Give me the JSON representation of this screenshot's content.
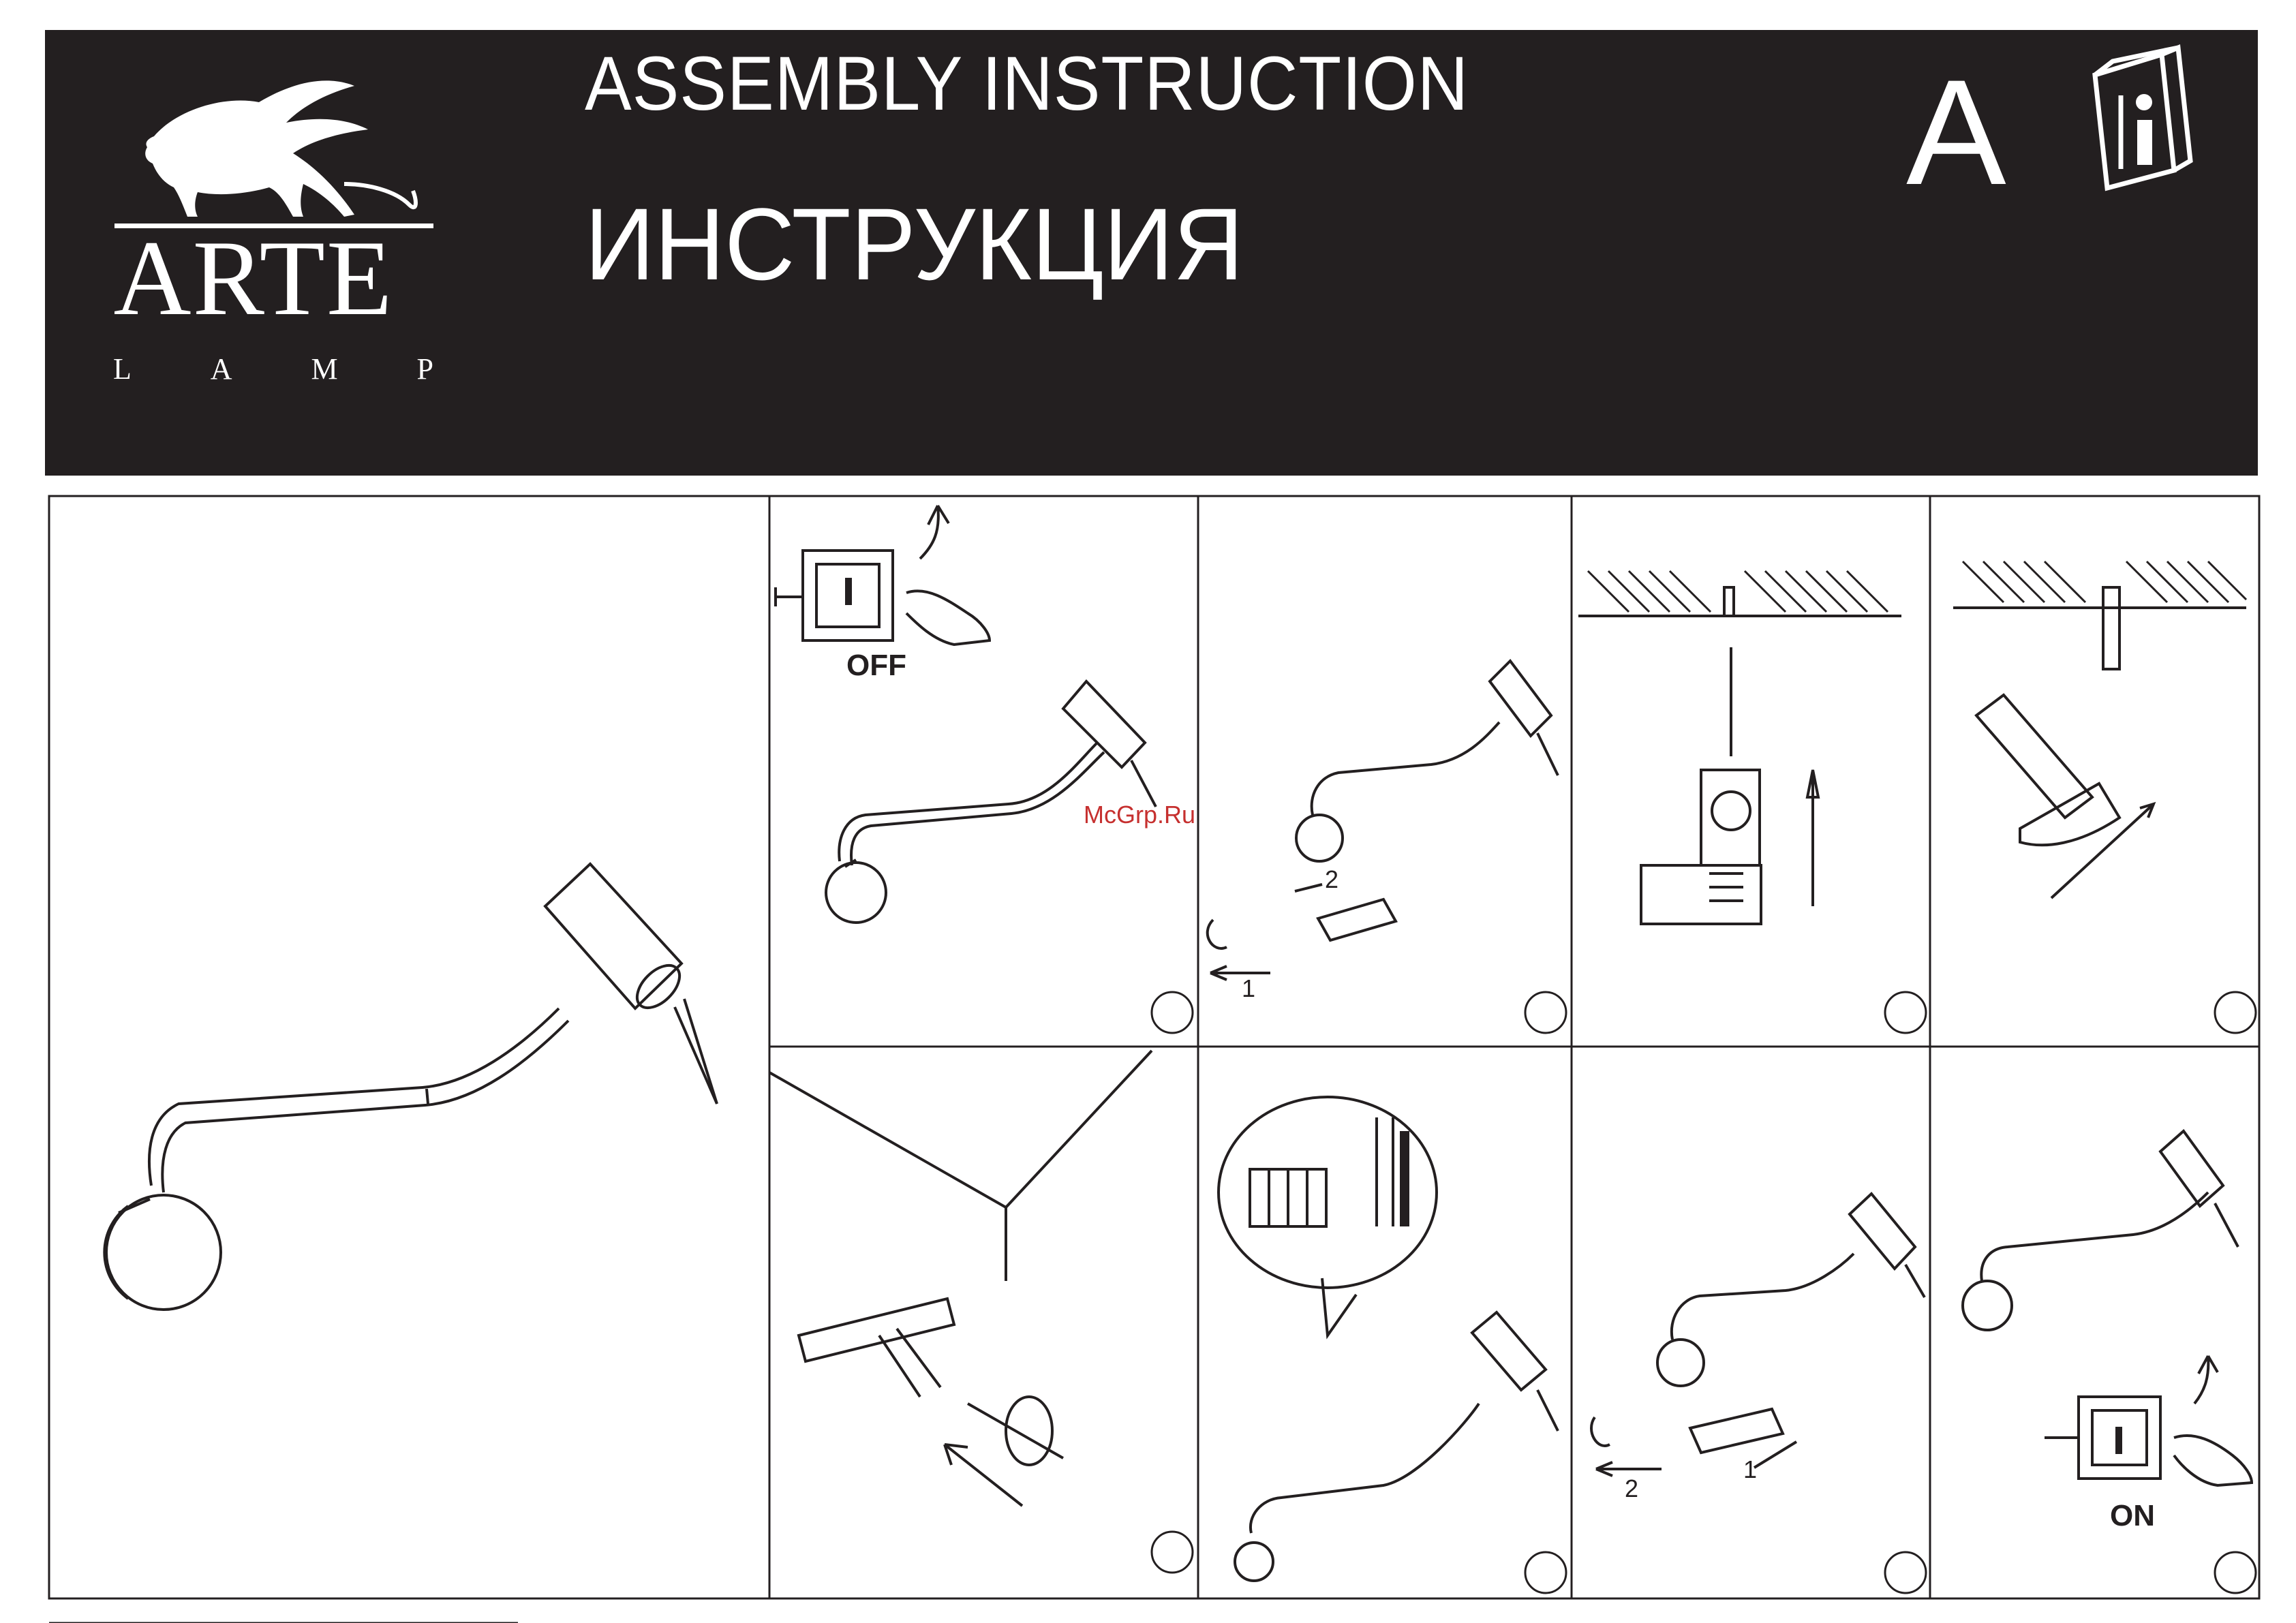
{
  "header": {
    "title_en": "ASSEMBLY  INSTRUCTION",
    "title_ru": "ИНСТРУКЦИЯ",
    "section_letter": "A",
    "brand": {
      "name": "ARTE",
      "sub_letters": [
        "L",
        "A",
        "M",
        "P"
      ]
    },
    "info_icon": "manual-tools-info-icon"
  },
  "steps": {
    "power_off_label": "OFF",
    "power_on_label": "ON",
    "bracket_step_numbers": [
      "2",
      "1"
    ],
    "reinstall_step_numbers": [
      "2",
      "1"
    ]
  },
  "watermark": "McGrp.Ru",
  "colors": {
    "header_bg": "#231f20",
    "ink": "#231f20",
    "watermark": "#c6302f"
  }
}
